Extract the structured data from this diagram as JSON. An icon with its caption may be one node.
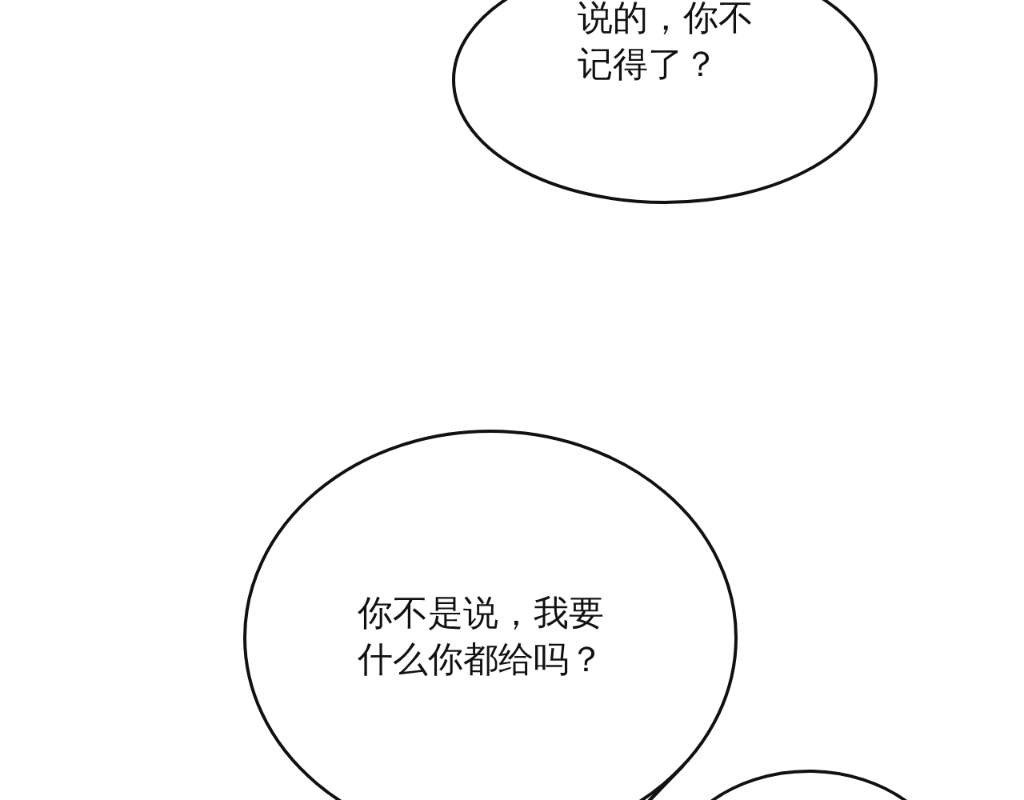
{
  "diagram": {
    "nodes": [
      {
        "text": [
          "说的，你不记得了？"
        ]
      },
      {
        "text": [
          "你不是说，我要什么你都给吗？"
        ]
      },
      {
        "text": [],
        "shape": "circle"
      }
    ]
  }
}
